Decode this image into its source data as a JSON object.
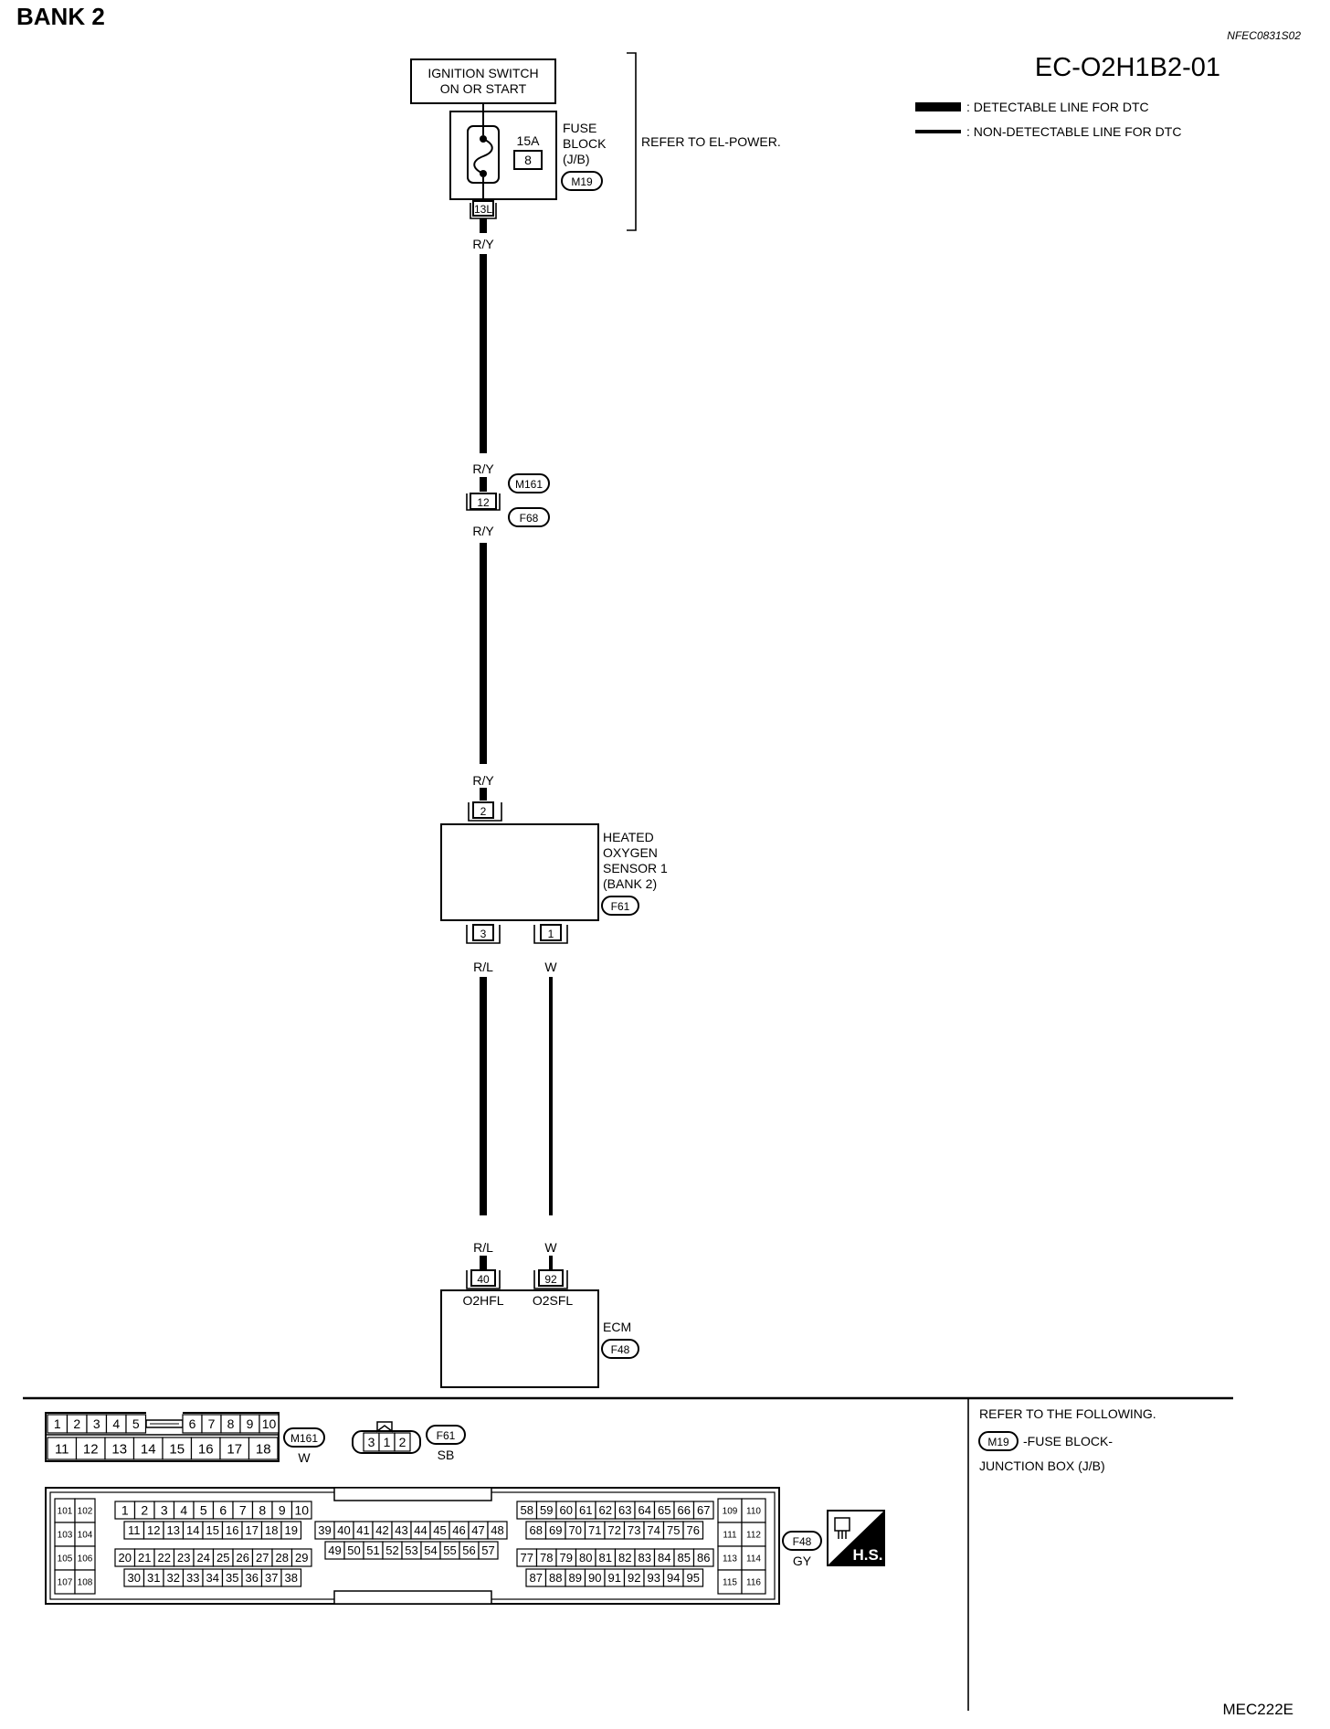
{
  "header": {
    "title": "BANK 2",
    "ref_code": "NFEC0831S02",
    "diagram_code": "EC-O2H1B2-01",
    "footer_code": "MEC222E"
  },
  "legend": {
    "detectable": ": DETECTABLE LINE FOR DTC",
    "non_detectable": ": NON-DETECTABLE LINE FOR DTC"
  },
  "ignition": {
    "line1": "IGNITION SWITCH",
    "line2": "ON OR START"
  },
  "fuse_block": {
    "label_lines": [
      "FUSE",
      "BLOCK",
      "(J/B)"
    ],
    "amperage": "15A",
    "fuse_no": "8",
    "connector": "M19",
    "terminal": "13L",
    "refer": "REFER TO EL-POWER."
  },
  "wires": {
    "ry_1": "R/Y",
    "ry_2": "R/Y",
    "ry_3": "R/Y",
    "ry_4": "R/Y",
    "rl_1": "R/L",
    "w_1": "W",
    "rl_2": "R/L",
    "w_2": "W"
  },
  "junction": {
    "terminal": "12",
    "connector_top": "M161",
    "connector_bottom": "F68"
  },
  "sensor": {
    "label_lines": [
      "HEATED",
      "OXYGEN",
      "SENSOR 1",
      "(BANK 2)"
    ],
    "connector": "F61",
    "pin_top": "2",
    "pin_left": "3",
    "pin_right": "1"
  },
  "ecm": {
    "label": "ECM",
    "connector": "F48",
    "pin_left": "40",
    "pin_right": "92",
    "sig_left": "O2HFL",
    "sig_right": "O2SFL"
  },
  "connectors_panel": {
    "m161": {
      "id": "M161",
      "color": "W",
      "row1a": [
        "1",
        "2",
        "3",
        "4",
        "5"
      ],
      "row1b": [
        "6",
        "7",
        "8",
        "9",
        "10"
      ],
      "row2": [
        "11",
        "12",
        "13",
        "14",
        "15",
        "16",
        "17",
        "18"
      ]
    },
    "f61": {
      "id": "F61",
      "color": "SB",
      "pins": [
        "3",
        "1",
        "2"
      ]
    },
    "f48": {
      "id": "F48",
      "color": "GY",
      "left": [
        "101",
        "102",
        "103",
        "104",
        "105",
        "106",
        "107",
        "108"
      ],
      "r1": [
        "1",
        "2",
        "3",
        "4",
        "5",
        "6",
        "7",
        "8",
        "9",
        "10"
      ],
      "r2": [
        "11",
        "12",
        "13",
        "14",
        "15",
        "16",
        "17",
        "18",
        "19"
      ],
      "r3": [
        "20",
        "21",
        "22",
        "23",
        "24",
        "25",
        "26",
        "27",
        "28",
        "29"
      ],
      "r4": [
        "30",
        "31",
        "32",
        "33",
        "34",
        "35",
        "36",
        "37",
        "38"
      ],
      "m1": [
        "39",
        "40",
        "41",
        "42",
        "43",
        "44",
        "45",
        "46",
        "47",
        "48"
      ],
      "m2": [
        "49",
        "50",
        "51",
        "52",
        "53",
        "54",
        "55",
        "56",
        "57"
      ],
      "k1": [
        "58",
        "59",
        "60",
        "61",
        "62",
        "63",
        "64",
        "65",
        "66",
        "67"
      ],
      "k2": [
        "68",
        "69",
        "70",
        "71",
        "72",
        "73",
        "74",
        "75",
        "76"
      ],
      "k3": [
        "77",
        "78",
        "79",
        "80",
        "81",
        "82",
        "83",
        "84",
        "85",
        "86"
      ],
      "k4": [
        "87",
        "88",
        "89",
        "90",
        "91",
        "92",
        "93",
        "94",
        "95"
      ],
      "right": [
        "109",
        "110",
        "111",
        "112",
        "113",
        "114",
        "115",
        "116"
      ]
    },
    "hs_label": "H.S."
  },
  "refer_panel": {
    "title": "REFER TO THE FOLLOWING.",
    "connector": "M19",
    "line1": "-FUSE BLOCK-",
    "line2": "JUNCTION BOX (J/B)"
  }
}
